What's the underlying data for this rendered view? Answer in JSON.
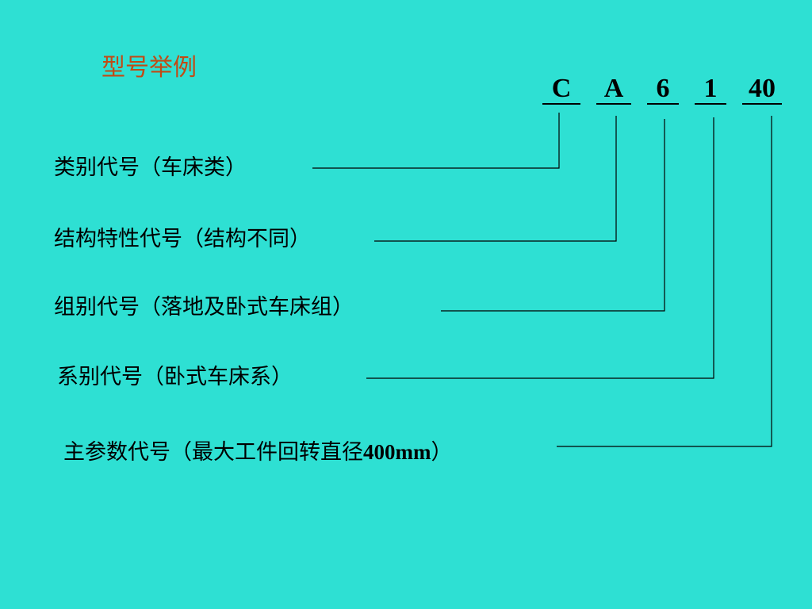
{
  "title": "型号举例",
  "model_code": {
    "parts": [
      "C",
      "A",
      "6",
      "1",
      "40"
    ]
  },
  "labels": [
    {
      "text": "类别代号（车床类）"
    },
    {
      "text": "结构特性代号（结构不同）"
    },
    {
      "text": "组别代号（落地及卧式车床组）"
    },
    {
      "text": "系别代号（卧式车床系）"
    },
    {
      "text_before": "主参数代号（最大工件回转直径",
      "text_num": "400mm",
      "text_after": "）"
    }
  ],
  "colors": {
    "background": "#2ee0d3",
    "title": "#c24a14",
    "text": "#000000"
  }
}
